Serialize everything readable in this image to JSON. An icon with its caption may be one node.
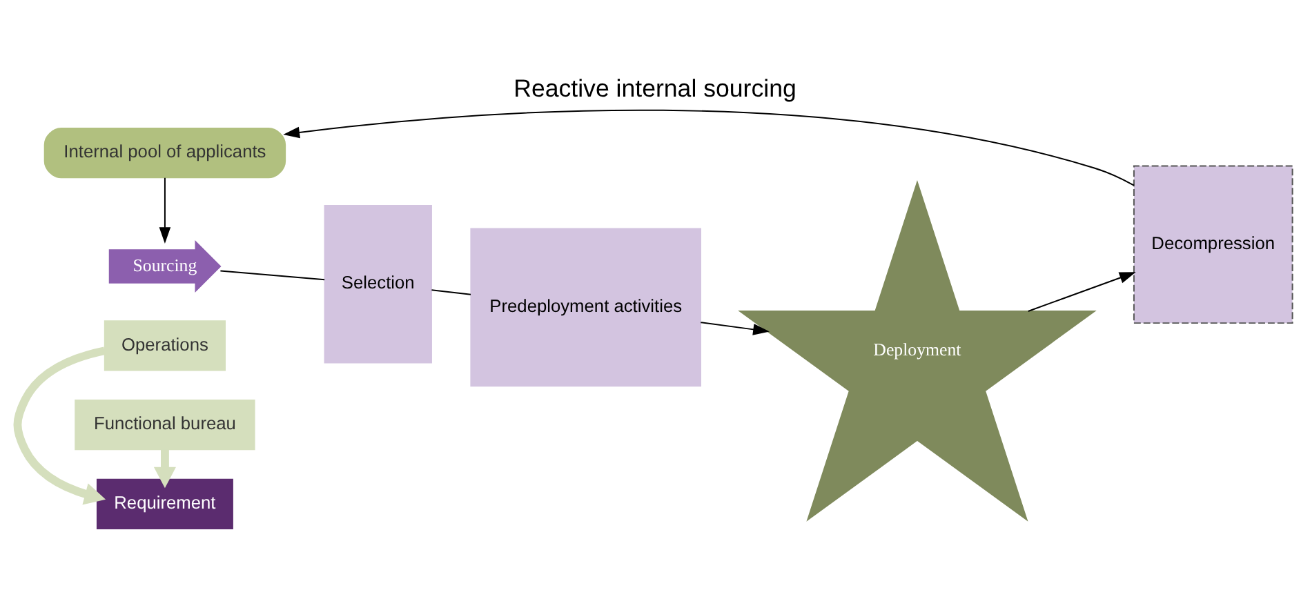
{
  "diagram": {
    "title": "Reactive internal sourcing",
    "nodes": [
      {
        "text": [
          "Operations"
        ]
      },
      {
        "text": [
          "Requirement"
        ]
      },
      {
        "text": [
          "Functional bureau"
        ]
      },
      {
        "text": [
          "Internal pool of applicants"
        ]
      },
      {
        "text": [
          "Sourcing"
        ]
      },
      {
        "text": [
          "Selection"
        ]
      },
      {
        "text": [
          "Predeployment activities"
        ]
      },
      {
        "text": [
          "Deployment"
        ]
      },
      {
        "text": [
          "Decompression"
        ]
      }
    ],
    "edges": [
      {
        "from": 0,
        "to": 1,
        "arrow": "to",
        "style": "thick",
        "color": "#d5dfbd"
      },
      {
        "from": 2,
        "to": 1,
        "arrow": "to",
        "style": "thick",
        "color": "#d5dfbd"
      },
      {
        "from": 3,
        "to": 4,
        "arrow": "to"
      },
      {
        "from": 4,
        "to": 5,
        "arrow": "none"
      },
      {
        "from": 5,
        "to": 6,
        "arrow": "none"
      },
      {
        "from": 6,
        "to": 7,
        "arrow": "to"
      },
      {
        "from": 7,
        "to": 8,
        "arrow": "to"
      },
      {
        "from": 8,
        "to": 3,
        "arrow": "to"
      }
    ]
  }
}
